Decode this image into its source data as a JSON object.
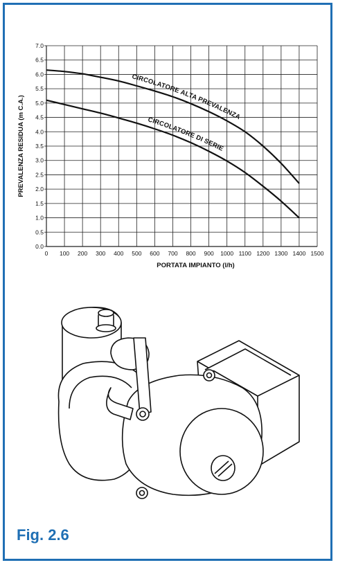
{
  "figure_caption": "Fig. 2.6",
  "accent_color": "#1f6fb4",
  "illustration": "circulator-pump-drawing",
  "chart_data": {
    "type": "line",
    "xlabel": "PORTATA IMPIANTO (l/h)",
    "ylabel": "PREVALENZA RESIDUA (m C.A.)",
    "xlim": [
      0,
      1500
    ],
    "ylim": [
      0,
      7.0
    ],
    "x_ticks": [
      "0",
      "100",
      "200",
      "300",
      "400",
      "500",
      "600",
      "700",
      "800",
      "900",
      "1000",
      "1100",
      "1200",
      "1300",
      "1400",
      "1500"
    ],
    "y_ticks": [
      "0.0",
      "0.5",
      "1.0",
      "1.5",
      "2.0",
      "2.5",
      "3.0",
      "3.5",
      "4.0",
      "4.5",
      "5.0",
      "5.5",
      "6.0",
      "6.5",
      "7.0"
    ],
    "grid": true,
    "series": [
      {
        "name": "CIRCOLATORE ALTA PREVALENZA",
        "x": [
          0,
          100,
          200,
          300,
          400,
          500,
          600,
          700,
          800,
          900,
          1000,
          1100,
          1200,
          1300,
          1400
        ],
        "y": [
          6.15,
          6.1,
          6.02,
          5.9,
          5.77,
          5.6,
          5.42,
          5.22,
          4.98,
          4.7,
          4.38,
          4.0,
          3.5,
          2.9,
          2.2
        ]
      },
      {
        "name": "CIRCOLATORE DI SERIE",
        "x": [
          0,
          100,
          200,
          300,
          400,
          500,
          600,
          700,
          800,
          900,
          1000,
          1100,
          1200,
          1300,
          1400
        ],
        "y": [
          5.1,
          4.95,
          4.8,
          4.65,
          4.48,
          4.3,
          4.1,
          3.88,
          3.62,
          3.32,
          2.98,
          2.58,
          2.1,
          1.58,
          1.0
        ]
      }
    ]
  }
}
